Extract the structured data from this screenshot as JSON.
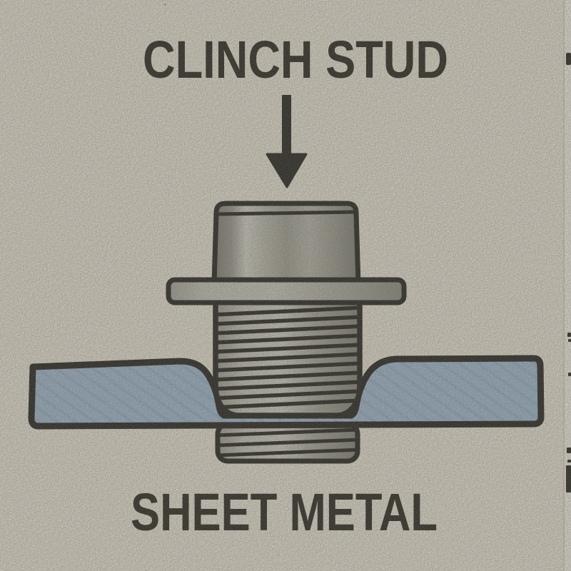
{
  "figure": {
    "type": "technical-illustration",
    "subject": "clinch stud fastener pressed into sheet metal (cross-section view)",
    "labels": {
      "title": "CLINCH STUD",
      "bottom": "SHEET METAL"
    },
    "icons": [
      {
        "name": "down-arrow-icon",
        "meaning": "direction stud is pressed into sheet metal"
      }
    ],
    "parts": [
      "stud-head",
      "stud-flange",
      "threaded-shank",
      "protruding-threaded-tip",
      "sheet-metal-left-wing",
      "sheet-metal-right-wing",
      "sheet-metal-dimple-under-stud"
    ],
    "colors": {
      "paper_background": "#ece8da",
      "ink_outline": "#21201c",
      "sheet_metal_blue": "#a3bdd5",
      "sheet_metal_hatch": "#7f9cb8",
      "metal_highlight": "#d8d8cc",
      "metal_mid": "#a6a69a",
      "metal_shadow": "#7d7d73",
      "page_edge_strip": "#f6f3ea"
    }
  }
}
